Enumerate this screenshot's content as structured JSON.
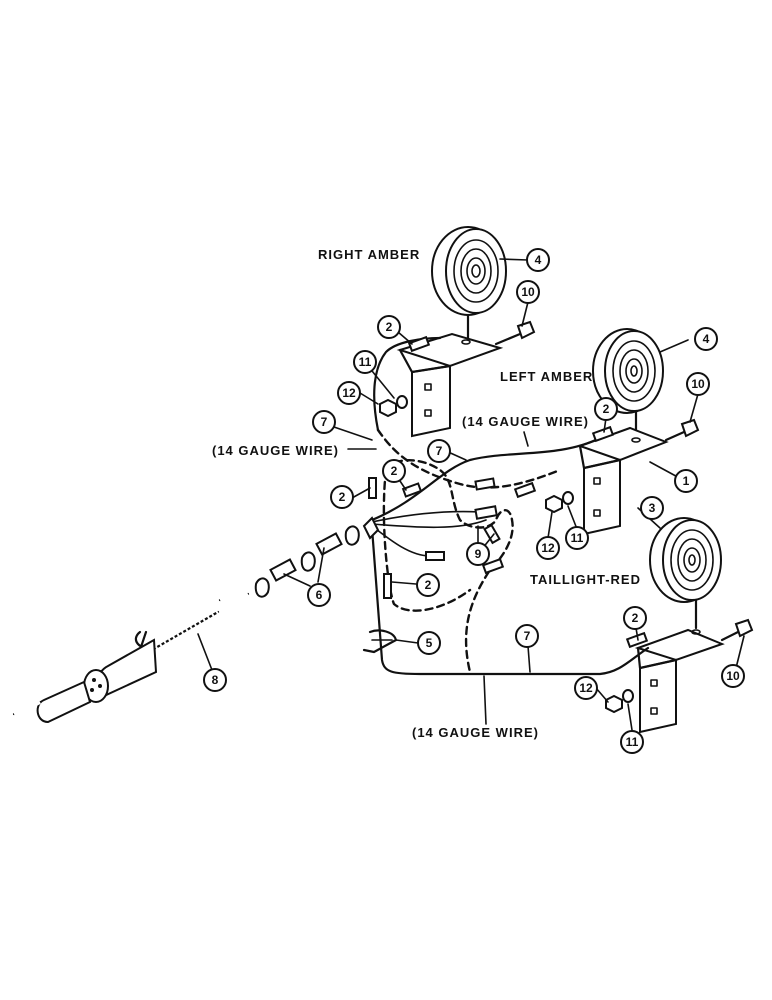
{
  "labels": {
    "right_amber": "RIGHT AMBER",
    "left_amber": "LEFT AMBER",
    "taillight_red": "TAILLIGHT-RED",
    "gauge_wire": "(14 GAUGE WIRE)"
  },
  "callouts": [
    "1",
    "2",
    "3",
    "4",
    "5",
    "6",
    "7",
    "8",
    "9",
    "10",
    "11",
    "12"
  ]
}
